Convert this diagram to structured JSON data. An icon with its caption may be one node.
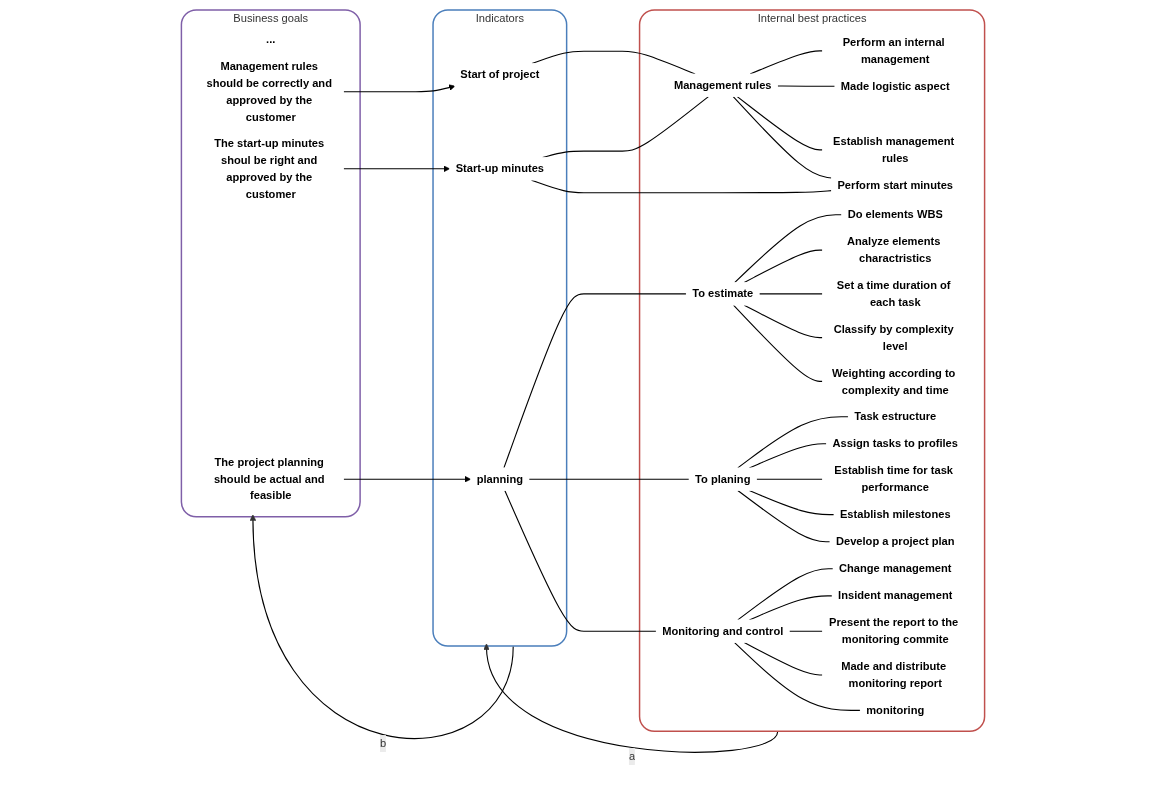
{
  "diagram": {
    "nodes": [
      {
        "text": [
          "Business goals"
        ]
      },
      {
        "text": [
          "..."
        ],
        "in": 0
      },
      {
        "text": [
          "Management rules should be correctly and approved by the customer"
        ],
        "in": 0
      },
      {
        "text": [
          "The start-up minutes shoul be right and approved by the customer"
        ],
        "in": 0
      },
      {
        "text": [
          "The project planning should be actual and feasible"
        ],
        "in": 0
      },
      {
        "text": [
          "Indicators"
        ]
      },
      {
        "text": [
          "Start of project"
        ],
        "in": 5
      },
      {
        "text": [
          "Start-up minutes"
        ],
        "in": 5
      },
      {
        "text": [
          "planning"
        ],
        "in": 5
      },
      {
        "text": [
          "Internal best practices"
        ]
      },
      {
        "text": [
          "Management rules"
        ],
        "in": 9
      },
      {
        "text": [
          "Perform an internal management"
        ],
        "in": 9
      },
      {
        "text": [
          "Made logistic aspect"
        ],
        "in": 9
      },
      {
        "text": [
          "Establish management rules"
        ],
        "in": 9
      },
      {
        "text": [
          "Perform start minutes"
        ],
        "in": 9
      },
      {
        "text": [
          "Do elements WBS"
        ],
        "in": 9
      },
      {
        "text": [
          "Analyze elements charactristics"
        ],
        "in": 9
      },
      {
        "text": [
          "Set a time duration of each task"
        ],
        "in": 9
      },
      {
        "text": [
          "Classify by complexity level"
        ],
        "in": 9
      },
      {
        "text": [
          "Weighting according to complexity and time"
        ],
        "in": 9
      },
      {
        "text": [
          "To estimate"
        ],
        "in": 9
      },
      {
        "text": [
          "To planing"
        ],
        "in": 9
      },
      {
        "text": [
          "Monitoring and control"
        ],
        "in": 9
      },
      {
        "text": [
          "Task estructure"
        ],
        "in": 9
      },
      {
        "text": [
          "Assign tasks to profiles"
        ],
        "in": 9
      },
      {
        "text": [
          "Establish time for task performance"
        ],
        "in": 9
      },
      {
        "text": [
          "Establish milestones"
        ],
        "in": 9
      },
      {
        "text": [
          "Develop a project plan"
        ],
        "in": 9
      },
      {
        "text": [
          "Change management"
        ],
        "in": 9
      },
      {
        "text": [
          "Insident management"
        ],
        "in": 9
      },
      {
        "text": [
          "Present the report to the monitoring commite"
        ],
        "in": 9
      },
      {
        "text": [
          "Made and distribute monitoring report"
        ],
        "in": 9
      },
      {
        "text": [
          "monitoring"
        ],
        "in": 9
      }
    ],
    "edges": [
      {
        "from": 2,
        "to": 6,
        "arrow": "to"
      },
      {
        "from": 3,
        "to": 7,
        "arrow": "to"
      },
      {
        "from": 4,
        "to": 8,
        "arrow": "to"
      },
      {
        "from": 6,
        "to": 10,
        "arrow": "none"
      },
      {
        "from": 7,
        "to": 10,
        "arrow": "none"
      },
      {
        "from": 7,
        "to": 14,
        "arrow": "none"
      },
      {
        "from": 10,
        "to": 11,
        "arrow": "none"
      },
      {
        "from": 10,
        "to": 12,
        "arrow": "none"
      },
      {
        "from": 10,
        "to": 13,
        "arrow": "none"
      },
      {
        "from": 10,
        "to": 14,
        "arrow": "none"
      },
      {
        "from": 8,
        "to": 20,
        "arrow": "none"
      },
      {
        "from": 8,
        "to": 21,
        "arrow": "none"
      },
      {
        "from": 8,
        "to": 22,
        "arrow": "none"
      },
      {
        "from": 20,
        "to": 15,
        "arrow": "none"
      },
      {
        "from": 20,
        "to": 16,
        "arrow": "none"
      },
      {
        "from": 20,
        "to": 17,
        "arrow": "none"
      },
      {
        "from": 20,
        "to": 18,
        "arrow": "none"
      },
      {
        "from": 20,
        "to": 19,
        "arrow": "none"
      },
      {
        "from": 21,
        "to": 23,
        "arrow": "none"
      },
      {
        "from": 21,
        "to": 24,
        "arrow": "none"
      },
      {
        "from": 21,
        "to": 25,
        "arrow": "none"
      },
      {
        "from": 21,
        "to": 26,
        "arrow": "none"
      },
      {
        "from": 21,
        "to": 27,
        "arrow": "none"
      },
      {
        "from": 22,
        "to": 28,
        "arrow": "none"
      },
      {
        "from": 22,
        "to": 29,
        "arrow": "none"
      },
      {
        "from": 22,
        "to": 30,
        "arrow": "none"
      },
      {
        "from": 22,
        "to": 31,
        "arrow": "none"
      },
      {
        "from": 22,
        "to": 32,
        "arrow": "none"
      },
      {
        "from": 9,
        "to": 5,
        "label": "a",
        "arrow": "to"
      },
      {
        "from": 5,
        "to": 0,
        "label": "b",
        "arrow": "to"
      }
    ]
  }
}
